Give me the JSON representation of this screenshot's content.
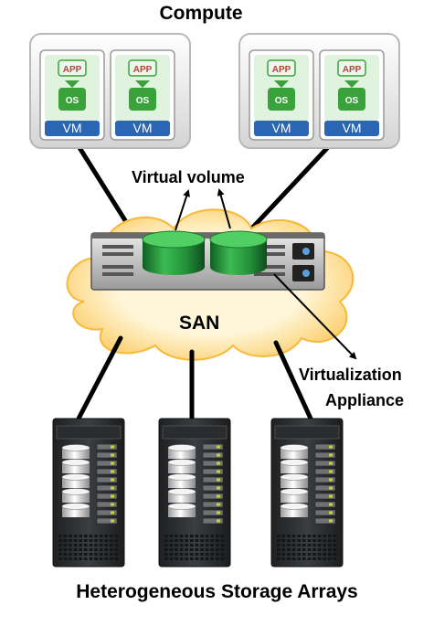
{
  "title": "Compute",
  "virtual_volume_label": "Virtual volume",
  "san_label": "SAN",
  "appliance_label": {
    "line1": "Virtualization",
    "line2": "Appliance"
  },
  "storage_label": "Heterogeneous Storage Arrays",
  "vm": {
    "app": "APP",
    "os": "OS",
    "vm": "VM"
  },
  "colors": {
    "cloud": "#fcd67a",
    "vm_blue": "#2a66b3",
    "app_green": "#3aa23a",
    "disk_green": "#1f8a34",
    "rack_dark": "#2f3133"
  }
}
